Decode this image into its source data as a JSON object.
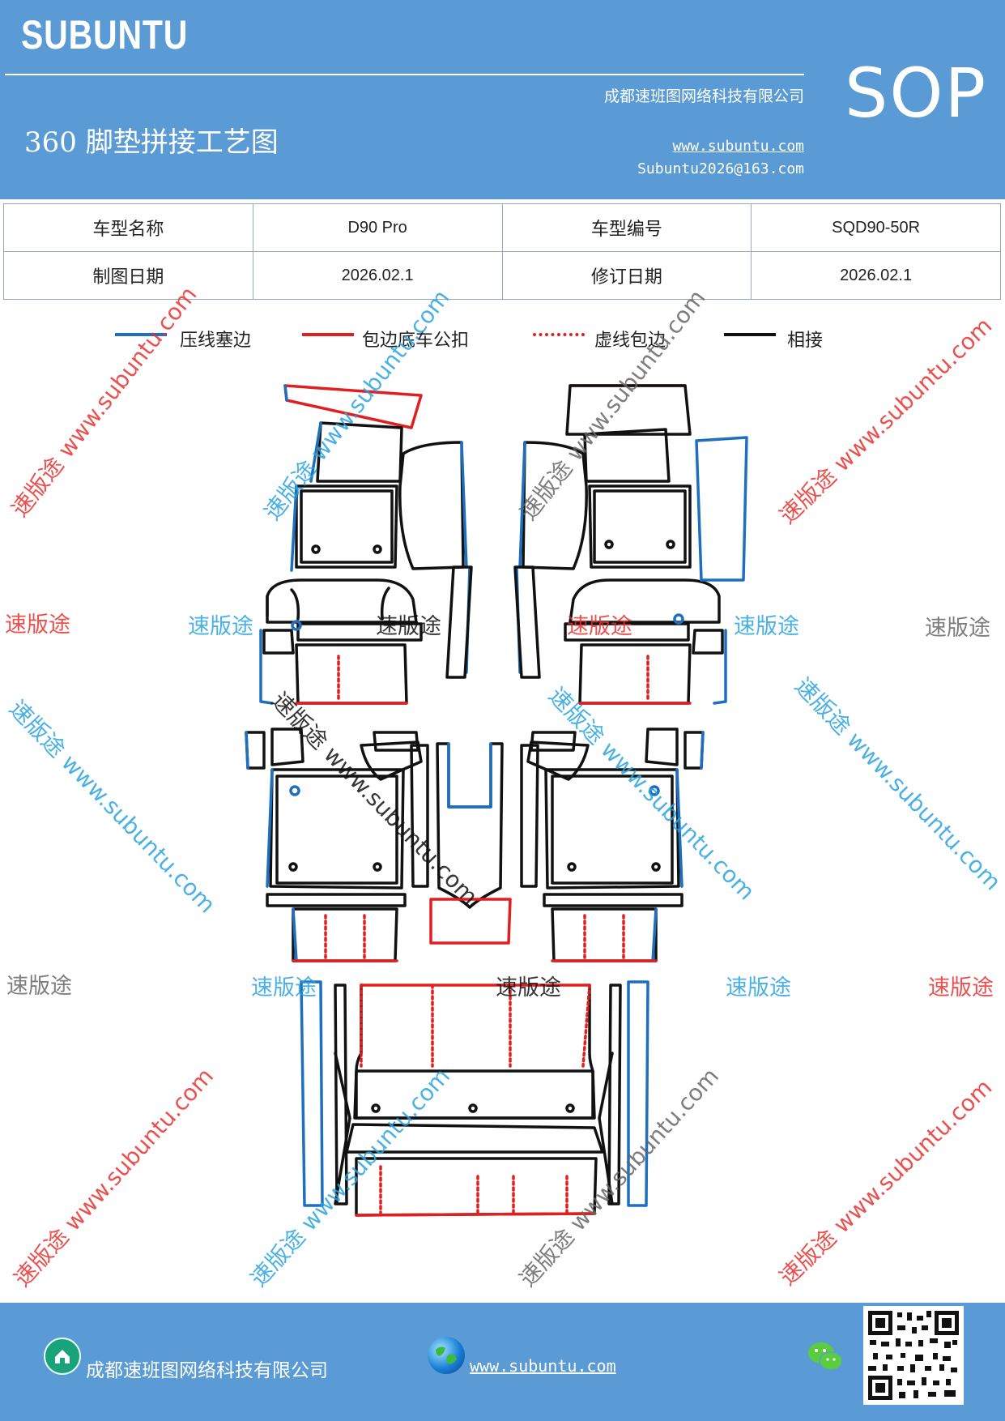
{
  "header": {
    "brand": "SUBUNTU",
    "company": "成都速班图网络科技有限公司",
    "title": "360 脚垫拼接工艺图",
    "website": "www.subuntu.com",
    "email": "Subuntu2026@163.com",
    "badge": "SOP"
  },
  "info_table": {
    "rows": [
      {
        "label1": "车型名称",
        "value1": "D90 Pro",
        "label2": "车型编号",
        "value2": "SQD90-50R"
      },
      {
        "label1": "制图日期",
        "value1": "2026.02.1",
        "label2": "修订日期",
        "value2": "2026.02.1"
      }
    ]
  },
  "legend": {
    "items": [
      {
        "label": "压线塞边",
        "color": "#1f6fbf",
        "style": "solid"
      },
      {
        "label": "包边底车公扣",
        "color": "#e02020",
        "style": "solid"
      },
      {
        "label": "虚线包边",
        "color": "#e02020",
        "style": "dotted"
      },
      {
        "label": "相接",
        "color": "#111111",
        "style": "solid"
      }
    ]
  },
  "watermarks": {
    "brand_text": "速版途",
    "url_text": "速版途 www.subuntu.com",
    "colors": {
      "red": "#e8312f",
      "blue": "#2aa3e0",
      "gray": "#666666",
      "black": "#111111"
    }
  },
  "footer": {
    "company": "成都速班图网络科技有限公司",
    "website": "www.subuntu.com",
    "icons": [
      "home-icon",
      "globe-icon",
      "wechat-icon",
      "qr-code"
    ]
  },
  "colors": {
    "header_bg": "#5b9bd5",
    "blue_line": "#1f6fbf",
    "red_line": "#e02020",
    "black_line": "#111111"
  }
}
